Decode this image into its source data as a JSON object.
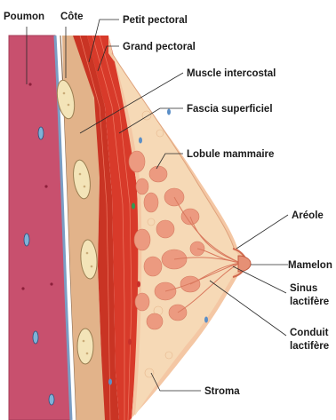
{
  "labels": {
    "poumon": "Poumon",
    "cote": "Côte",
    "petit_pectoral": "Petit pectoral",
    "grand_pectoral": "Grand pectoral",
    "muscle_intercostal": "Muscle intercostal",
    "fascia_superficiel": "Fascia superficiel",
    "lobule_mammaire": "Lobule mammaire",
    "areole": "Aréole",
    "mamelon": "Mamelon",
    "sinus_lactifere": [
      "Sinus",
      "lactifère"
    ],
    "conduit_lactifere": [
      "Conduit",
      "lactifère"
    ],
    "stroma": "Stroma"
  },
  "colors": {
    "lung": "#c8506e",
    "lung_dark": "#a43c58",
    "pleura": "#7a9ec4",
    "rib": "#f3e4b8",
    "muscle": "#d83a2a",
    "muscle_dark": "#b72a1c",
    "fat": "#f6d9b6",
    "lobule": "#ec9a80",
    "skin": "#f4c7a4",
    "duct": "#d9795e"
  }
}
